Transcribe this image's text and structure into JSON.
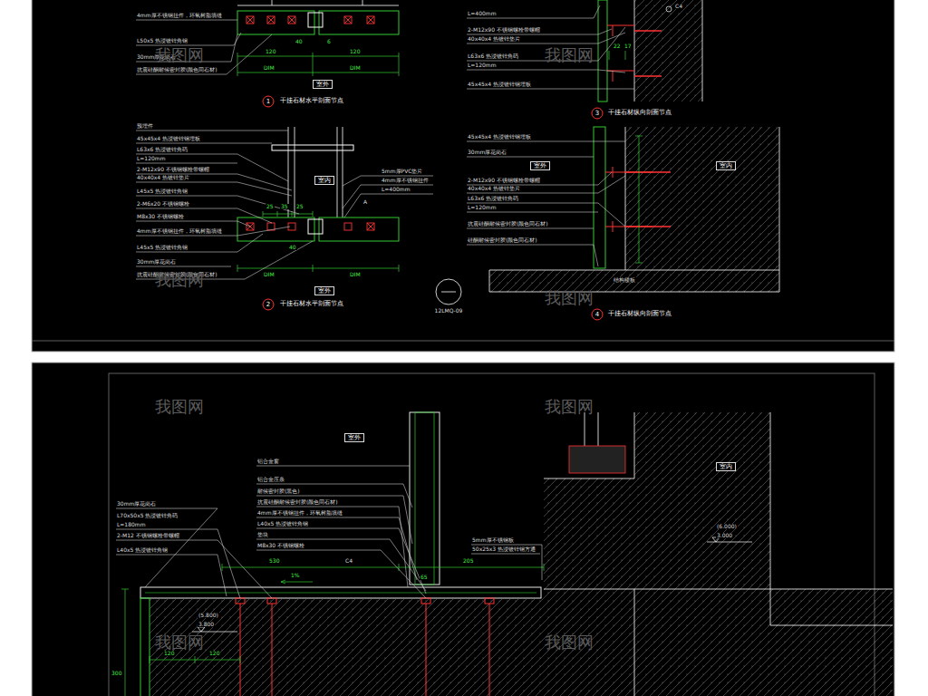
{
  "diagram": {
    "nodes": [
      {
        "text": [
          "室外"
        ]
      },
      {
        "text": [
          "室内"
        ]
      },
      {
        "text": [
          "室外"
        ]
      },
      {
        "text": [
          "室外"
        ]
      },
      {
        "text": [
          "室内"
        ]
      },
      {
        "text": [
          "室外"
        ]
      },
      {
        "text": [
          "室内"
        ]
      }
    ],
    "labels": [
      "4mm厚不锈钢挂件，环氧树脂填缝",
      "L50x5 热浸镀锌角钢",
      "30mm厚花岗石",
      "抗震硅酮耐候密封胶(颜色同石材)",
      "40",
      "120",
      "DIM",
      "120",
      "DIM",
      "6",
      "1",
      "干挂石材水平剖面节点",
      "L=400mm",
      "2-M12x90 不锈钢螺栓带螺帽",
      "40x40x4 热镀锌垫片",
      "L63x6 热浸镀锌角码",
      "L=120mm",
      "45x45x4 热浸镀锌钢埋板",
      "22",
      "17",
      "C4",
      "3",
      "干挂石材纵向剖面节点",
      "预埋件",
      "45x45x4 热浸镀锌钢埋板",
      "L63x6 热浸镀锌角码",
      "L=120mm",
      "2-M12x90 不锈钢螺栓带螺帽",
      "40x40x4 热镀锌垫片",
      "L45x5 热浸镀锌角钢",
      "2-M6x20 不锈钢螺栓",
      "M8x30 不锈钢螺栓",
      "4mm厚不锈钢挂件，环氧树脂填缝",
      "L45x5 热浸镀锌角钢",
      "30mm厚花岗石",
      "抗震硅酮耐候密封胶(颜色同石材)",
      "5mm厚PVC垫片",
      "4mm厚不锈钢挂件",
      "L=400mm",
      "25",
      "35",
      "25",
      "40",
      "A",
      "DIM",
      "DIM",
      "2",
      "干挂石材水平剖面节点",
      "12LMQ-09",
      "45x45x4 热浸镀锌钢埋板",
      "30mm厚花岗石",
      "2-M12x90 不锈钢螺栓带螺帽",
      "40x40x4 热镀锌垫片",
      "L63x6 热浸镀锌角码",
      "L=120mm",
      "抗震硅酮耐候密封胶(颜色同石材)",
      "硅酮耐候密封胶(颜色同石材)",
      "结构楼板",
      "4",
      "干挂石材纵向剖面节点",
      "铝合金窗",
      "铝合金压条",
      "耐候密封胶(黑色)",
      "抗震硅酮耐候密封胶(颜色同石材)",
      "4mm厚不锈钢挂件，环氧树脂填缝",
      "L40x5 热浸镀锌角钢",
      "垫块",
      "M8x30 不锈钢螺栓",
      "30mm厚花岗石",
      "L70x50x5 热浸镀锌角码",
      "L=180mm",
      "2-M12 不锈钢螺栓带螺帽",
      "L40x5 热浸镀锌角钢",
      "5mm厚不锈钢板",
      "50x25x3 热浸镀锌钢方通",
      "530",
      "205",
      "1%",
      "C4",
      "65",
      "(6.000)",
      "3.000",
      "(5.800)",
      "3.800",
      "120",
      "120",
      "300",
      "我图网",
      "我图网",
      "我图网",
      "我图网",
      "我图网",
      "我图网",
      "我图网",
      "我图网"
    ]
  }
}
